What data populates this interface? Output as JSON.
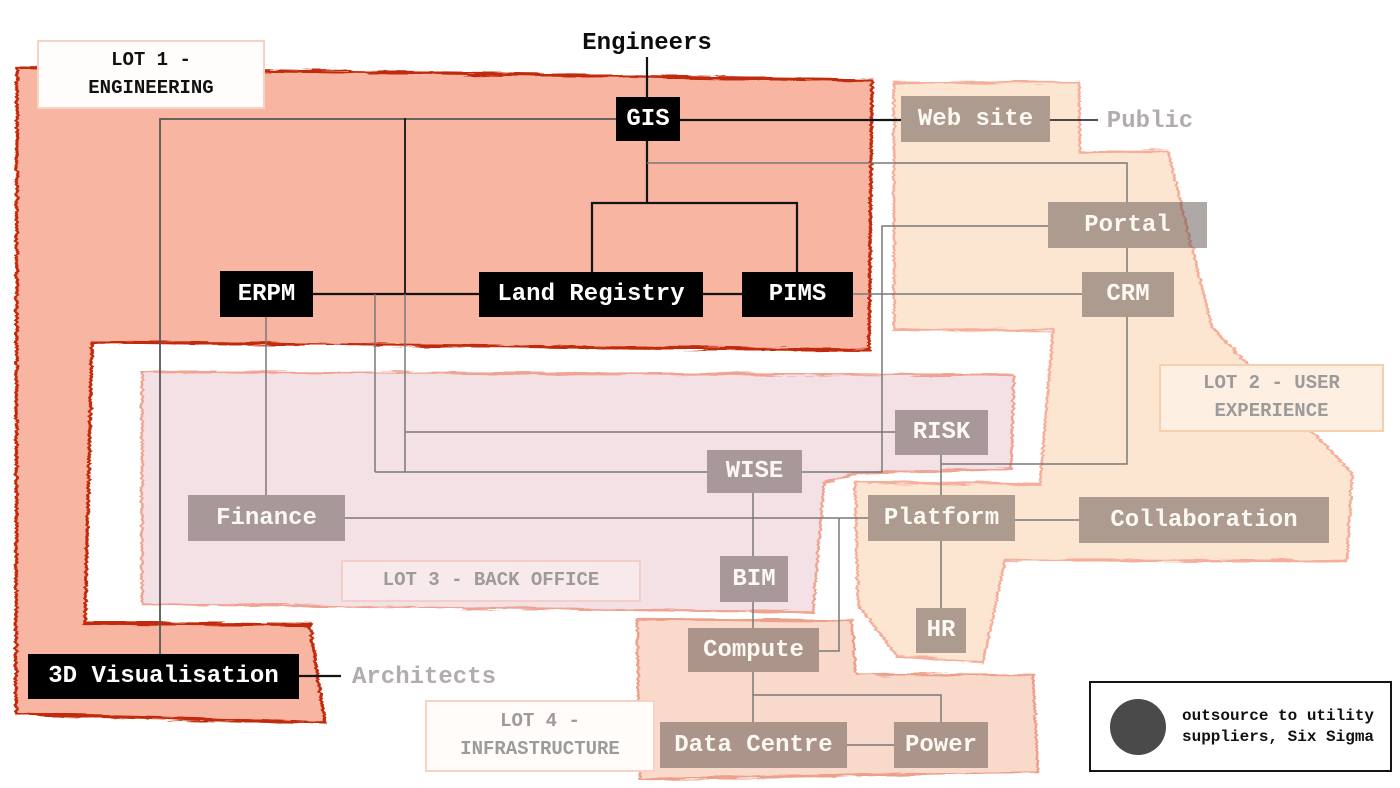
{
  "actors": {
    "engineers": "Engineers",
    "public": "Public",
    "architects": "Architects"
  },
  "nodes": {
    "gis": {
      "label": "GIS",
      "type": "primary"
    },
    "erpm": {
      "label": "ERPM",
      "type": "primary"
    },
    "land_registry": {
      "label": "Land Registry",
      "type": "primary"
    },
    "pims": {
      "label": "PIMS",
      "type": "primary"
    },
    "viz_3d": {
      "label": "3D Visualisation",
      "type": "primary"
    },
    "website": {
      "label": "Web site",
      "type": "secondary"
    },
    "portal": {
      "label": "Portal",
      "type": "secondary"
    },
    "crm": {
      "label": "CRM",
      "type": "secondary"
    },
    "risk": {
      "label": "RISK",
      "type": "secondary"
    },
    "wise": {
      "label": "WISE",
      "type": "secondary"
    },
    "finance": {
      "label": "Finance",
      "type": "secondary"
    },
    "platform": {
      "label": "Platform",
      "type": "secondary"
    },
    "collaboration": {
      "label": "Collaboration",
      "type": "secondary"
    },
    "bim": {
      "label": "BIM",
      "type": "secondary"
    },
    "hr": {
      "label": "HR",
      "type": "secondary"
    },
    "compute": {
      "label": "Compute",
      "type": "secondary"
    },
    "data_centre": {
      "label": "Data Centre",
      "type": "secondary"
    },
    "power": {
      "label": "Power",
      "type": "secondary"
    }
  },
  "lots": {
    "lot1": {
      "lines": [
        "LOT 1 -",
        "ENGINEERING"
      ]
    },
    "lot2": {
      "lines": [
        "LOT 2 - USER",
        "EXPERIENCE"
      ]
    },
    "lot3": {
      "lines": [
        "LOT 3 - BACK OFFICE"
      ]
    },
    "lot4": {
      "lines": [
        "LOT 4 -",
        "INFRASTRUCTURE"
      ]
    }
  },
  "legend": {
    "lines": [
      "outsource to utility",
      "suppliers, Six Sigma"
    ]
  },
  "colors": {
    "lot1_fill": "#f8b5a1",
    "lot1_border": "#c22c08",
    "lot2_fill": "#fce6d2",
    "lot2_border": "#f4ae9a",
    "lot3_fill": "#f4e1e5",
    "lot3_border": "#efa493",
    "lot4_fill": "#f9d9ca",
    "lot4_border": "#ec9f89",
    "primary_node_bg": "#000000",
    "primary_node_text": "#ffffff",
    "secondary_node_bg": "rgba(75,65,60,0.45)",
    "secondary_node_text": "#fcf8f2",
    "line_black": "#141414",
    "line_gray": "#787878",
    "line_darkgray": "#565656",
    "actor_text": "#0d0d0d",
    "actor_muted_text": "#b3acac",
    "lot_label_text": "#9d9a9a",
    "lot1_label_text": "#111111",
    "lot1_label_bg": "#fffdfb",
    "lot1_label_border": "#f3d3c2",
    "lot2_label_bg": "#fdf0e3",
    "lot2_label_border": "#f8cfad",
    "lot3_label_bg": "#f8e9ec",
    "lot3_label_border": "#f3cfc8",
    "lot4_label_bg": "#fffcfa",
    "lot4_label_border": "#f8d2c2",
    "legend_circle": "#4a4a4a",
    "legend_border": "#151515",
    "legend_text": "#111111"
  }
}
